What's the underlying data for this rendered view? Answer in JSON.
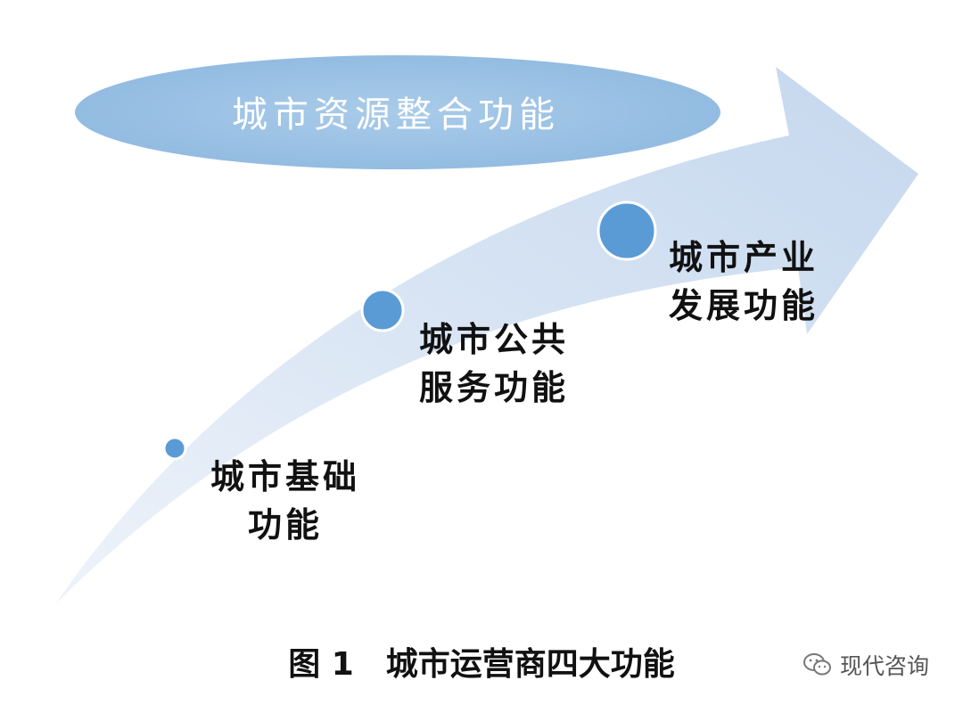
{
  "title_ellipse": {
    "text": "城市资源整合功能"
  },
  "stages": [
    {
      "line1": "城市基础",
      "line2": "功能"
    },
    {
      "line1": "城市公共",
      "line2": "服务功能"
    },
    {
      "line1": "城市产业",
      "line2": "发展功能"
    }
  ],
  "caption": {
    "number": "图 1",
    "text": "城市运营商四大功能"
  },
  "watermark": {
    "text": "现代咨询",
    "icon": "wechat-icon"
  },
  "colors": {
    "arrow_light": "#e8eef7",
    "arrow_mid": "#c9d9ef",
    "ellipse_fill": "#9dc3e6",
    "dot_fill": "#5b9bd5",
    "dot_stroke": "#ffffff"
  }
}
